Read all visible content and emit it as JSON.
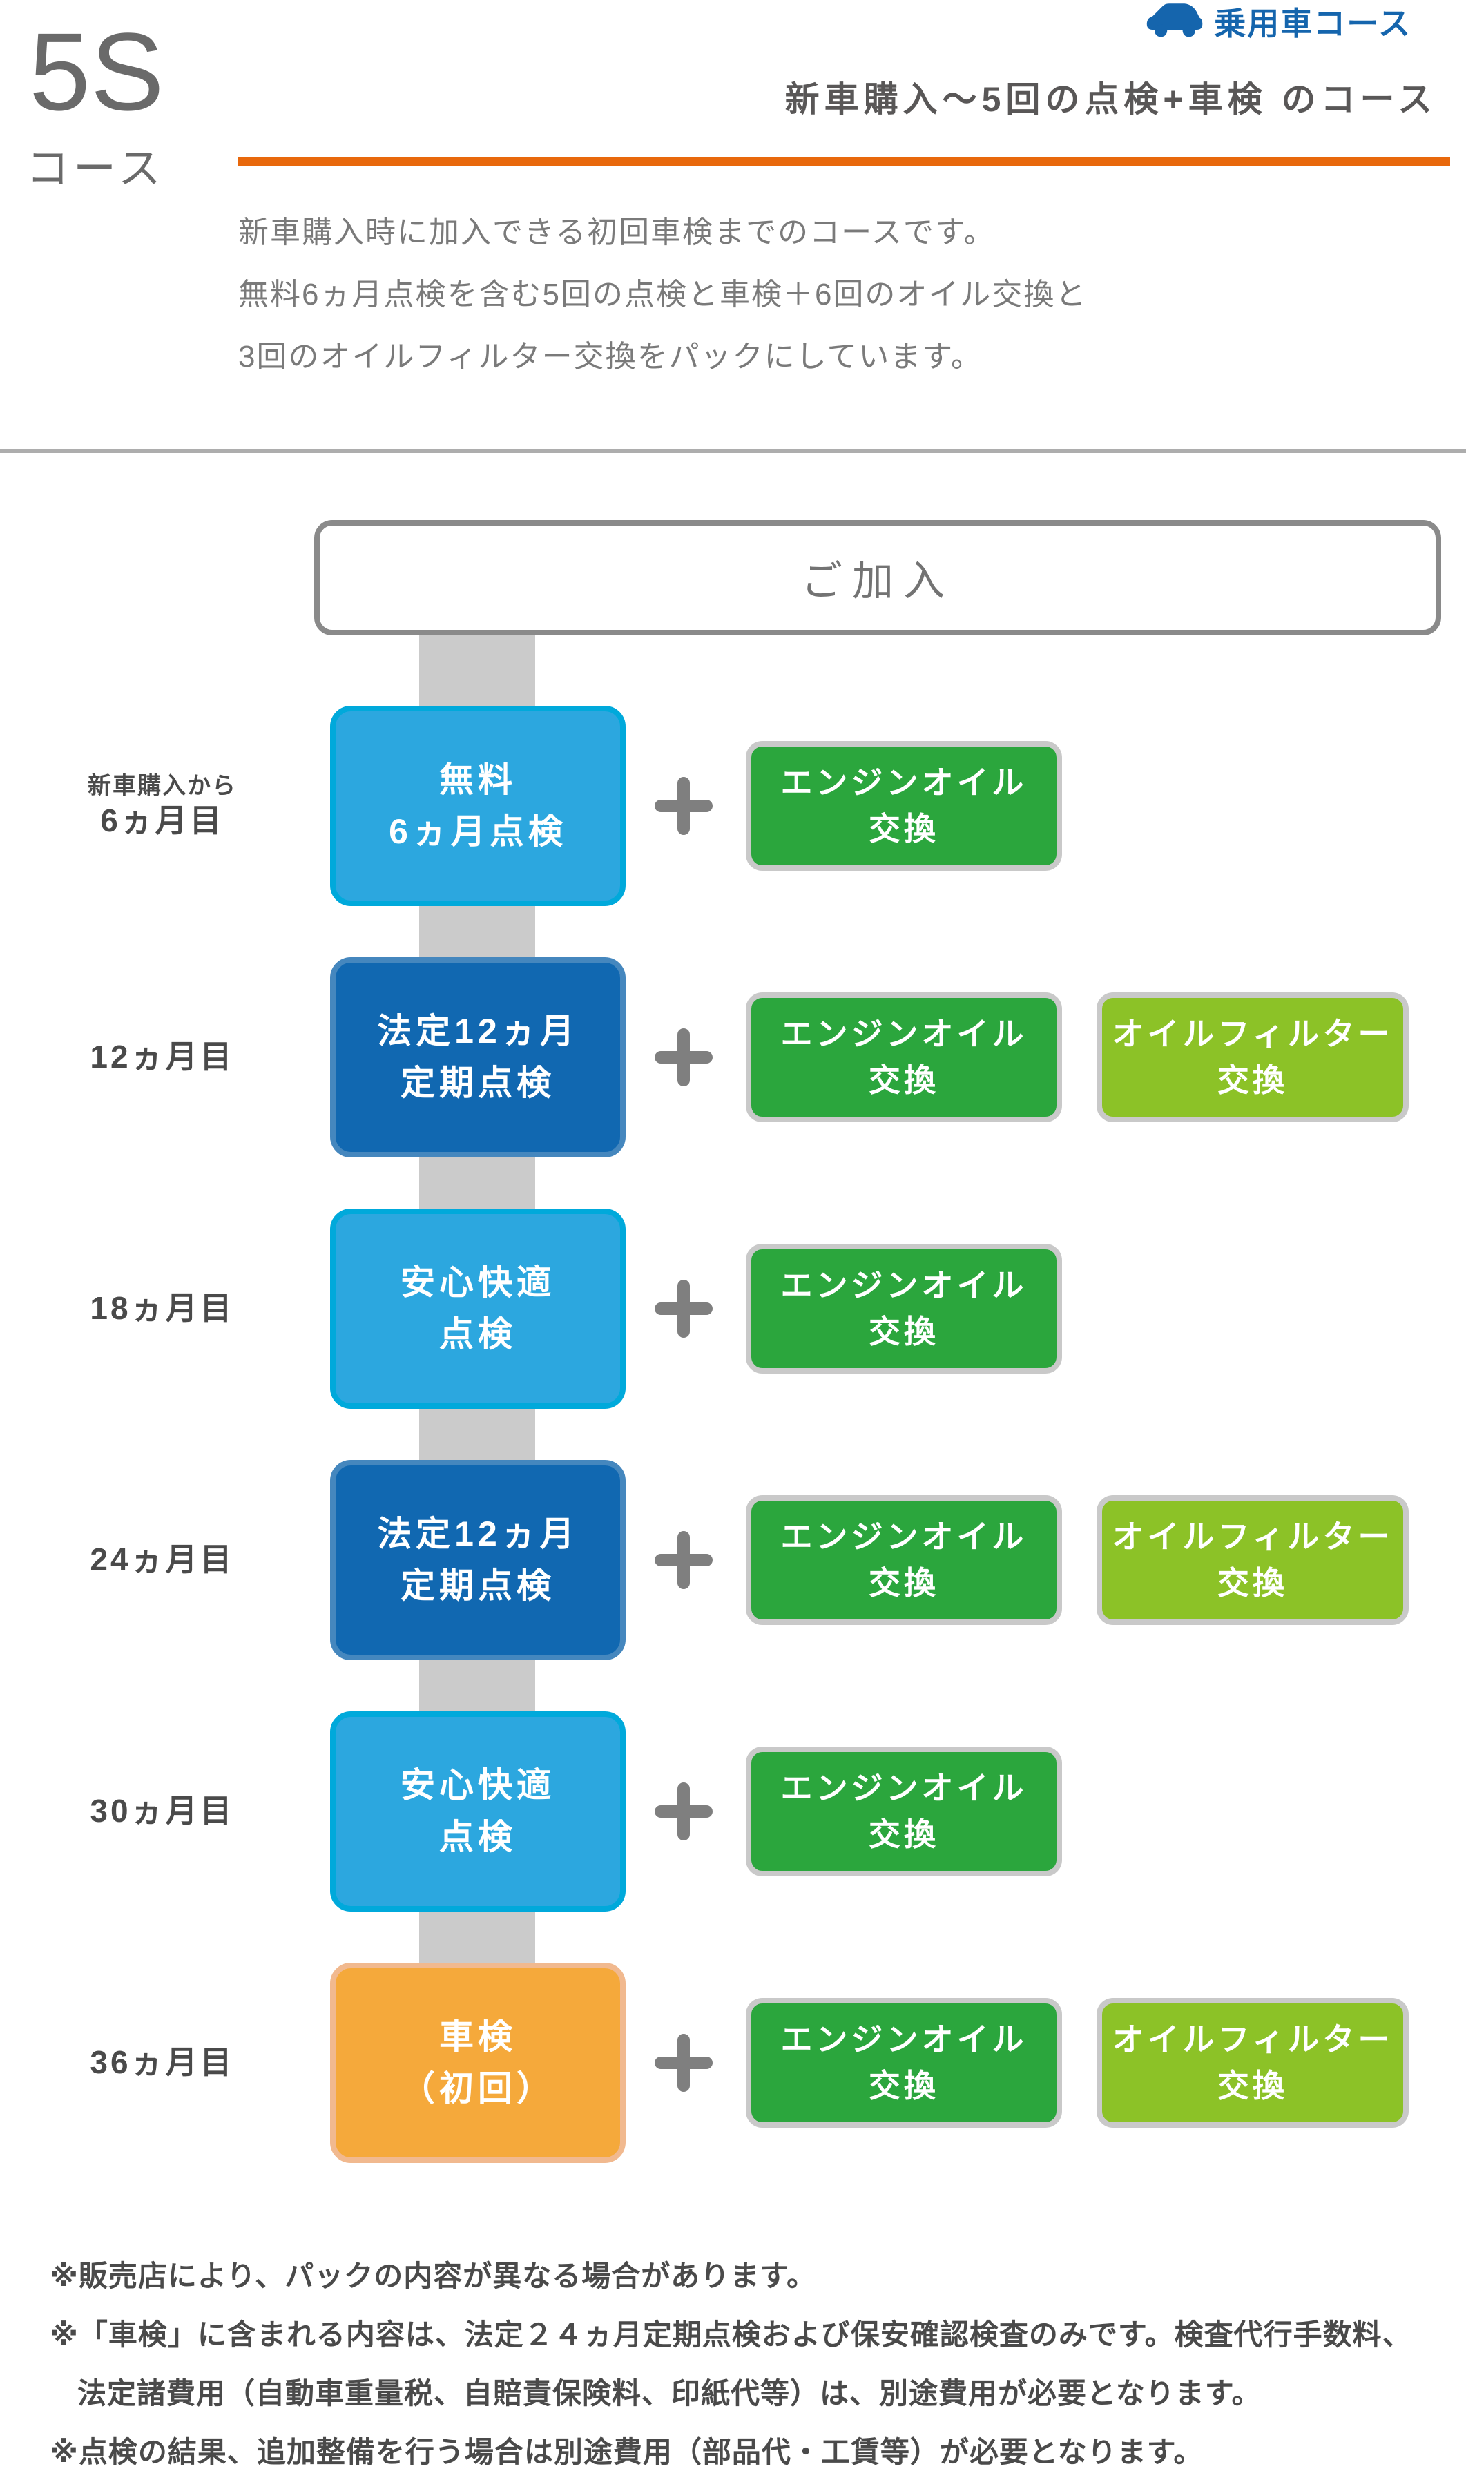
{
  "header": {
    "course_type_label": "乗用車コース",
    "plan_code": "5S",
    "plan_code_suffix": "コース",
    "title": "新車購入～5回の点検+車検 のコース",
    "description_lines": [
      "新車購入時に加入できる初回車検までのコースです。",
      "無料6ヵ月点検を含む5回の点検と車検＋6回のオイル交換と",
      "3回のオイルフィルター交換をパックにしています。"
    ]
  },
  "flow": {
    "start_label": "ご加入",
    "plus_symbol": "+",
    "badge_types": {
      "engine_oil": {
        "line1": "エンジンオイル",
        "line2": "交換"
      },
      "oil_filter": {
        "line1": "オイルフィルター",
        "line2": "交換"
      }
    },
    "rows": [
      {
        "label_small": "新車購入から",
        "label": "6ヵ月目",
        "box_line1": "無料",
        "box_line2": "6ヵ月点検",
        "variant": "lightblue",
        "badges": [
          "engine_oil"
        ]
      },
      {
        "label_small": "",
        "label": "12ヵ月目",
        "box_line1": "法定12ヵ月",
        "box_line2": "定期点検",
        "variant": "darkblue",
        "badges": [
          "engine_oil",
          "oil_filter"
        ]
      },
      {
        "label_small": "",
        "label": "18ヵ月目",
        "box_line1": "安心快適",
        "box_line2": "点検",
        "variant": "lightblue",
        "badges": [
          "engine_oil"
        ]
      },
      {
        "label_small": "",
        "label": "24ヵ月目",
        "box_line1": "法定12ヵ月",
        "box_line2": "定期点検",
        "variant": "darkblue",
        "badges": [
          "engine_oil",
          "oil_filter"
        ]
      },
      {
        "label_small": "",
        "label": "30ヵ月目",
        "box_line1": "安心快適",
        "box_line2": "点検",
        "variant": "lightblue",
        "badges": [
          "engine_oil"
        ]
      },
      {
        "label_small": "",
        "label": "36ヵ月目",
        "box_line1": "車検",
        "box_line2": "（初回）",
        "variant": "orange",
        "badges": [
          "engine_oil",
          "oil_filter"
        ]
      }
    ]
  },
  "notes": {
    "lines": [
      {
        "text": "※販売店により、パックの内容が異なる場合があります。",
        "indent": false
      },
      {
        "text": "※「車検」に含まれる内容は、法定２４ヵ月定期点検および保安確認検査のみです。検査代行手数料、",
        "indent": false
      },
      {
        "text": "法定諸費用（自動車重量税、自賠責保険料、印紙代等）は、別途費用が必要となります。",
        "indent": true
      },
      {
        "text": "※点検の結果、追加整備を行う場合は別途費用（部品代・工賃等）が必要となります。",
        "indent": false
      }
    ]
  },
  "colors": {
    "brand_blue": "#1565AD",
    "title_gray": "#595757",
    "underline_orange": "#E8680C",
    "lightblue_fill": "#2CA7DF",
    "lightblue_border": "#00A9DB",
    "darkblue_fill": "#1168B1",
    "darkblue_border": "#4587BE",
    "orange_fill": "#F5A93B",
    "orange_border": "#F1B98F",
    "green_fill": "#2BA63D",
    "lime_fill": "#8CC227",
    "badge_border_gray": "#C9C9C9",
    "connector_gray": "#CBCBCB",
    "plus_gray": "#7F7F7F"
  }
}
